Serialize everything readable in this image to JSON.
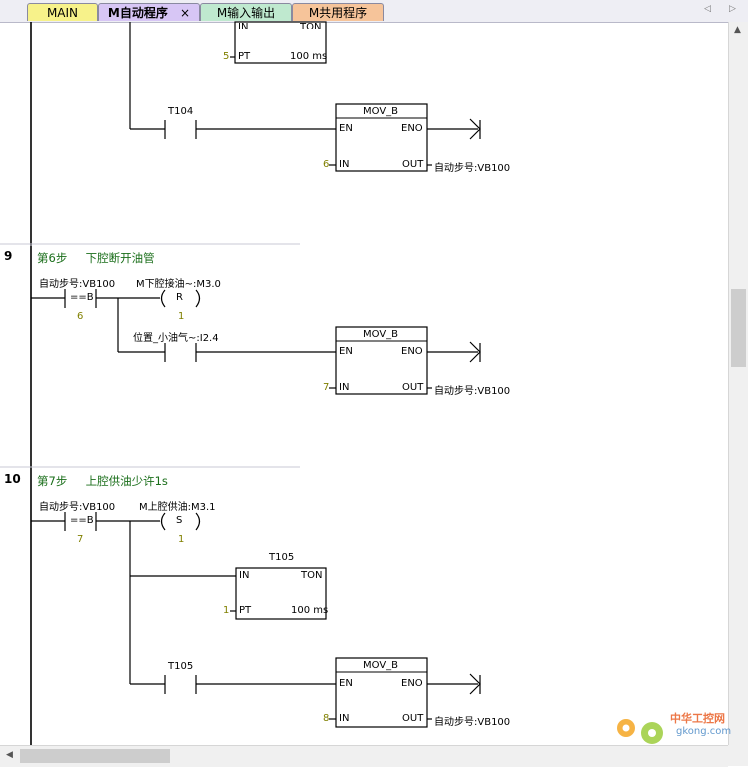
{
  "tabs": [
    {
      "label": "MAIN",
      "active": false,
      "color": "#f7f28a"
    },
    {
      "label": "M自动程序",
      "active": true,
      "color": "#d7c6f5",
      "close": "×"
    },
    {
      "label": "M输入输出",
      "active": false,
      "color": "#bfe9cf"
    },
    {
      "label": "M共用程序",
      "active": false,
      "color": "#f6c49a"
    }
  ],
  "networks": [
    {
      "number": "9",
      "comment": "第6步     下腔断开油管"
    },
    {
      "number": "10",
      "comment": "第7步     上腔供油少许1s"
    }
  ],
  "ladder": {
    "net8": {
      "ton_in": "IN",
      "ton_ton": "TON",
      "ton_pt": "PT",
      "ton_pt_val": "5",
      "ton_unit": "100 ms",
      "contact": "T104",
      "mov_title": "MOV_B",
      "mov_en": "EN",
      "mov_eno": "ENO",
      "mov_in": "IN",
      "mov_out": "OUT",
      "mov_in_val": "6",
      "mov_out_val": "自动步号:VB100"
    },
    "net9": {
      "cmp_addr": "自动步号:VB100",
      "cmp_op": "==B",
      "cmp_val": "6",
      "coil_addr": "M下腔接油~:M3.0",
      "coil_type": "R",
      "coil_n": "1",
      "branch_addr": "位置_小油气~:I2.4",
      "mov_title": "MOV_B",
      "mov_en": "EN",
      "mov_eno": "ENO",
      "mov_in": "IN",
      "mov_out": "OUT",
      "mov_in_val": "7",
      "mov_out_val": "自动步号:VB100"
    },
    "net10": {
      "cmp_addr": "自动步号:VB100",
      "cmp_op": "==B",
      "cmp_val": "7",
      "coil_addr": "M上腔供油:M3.1",
      "coil_type": "S",
      "coil_n": "1",
      "ton_name": "T105",
      "ton_in": "IN",
      "ton_ton": "TON",
      "ton_pt": "PT",
      "ton_pt_val": "1",
      "ton_unit": "100 ms",
      "contact": "T105",
      "mov_title": "MOV_B",
      "mov_en": "EN",
      "mov_eno": "ENO",
      "mov_in": "IN",
      "mov_out": "OUT",
      "mov_in_val": "8",
      "mov_out_val": "自动步号:VB100"
    }
  },
  "watermark": {
    "name": "中华工控网",
    "url": "gkong.com"
  },
  "colors": {
    "comment": "#1a6e1a",
    "value": "#808000",
    "scroll_thumb": "#cdcdcd"
  }
}
